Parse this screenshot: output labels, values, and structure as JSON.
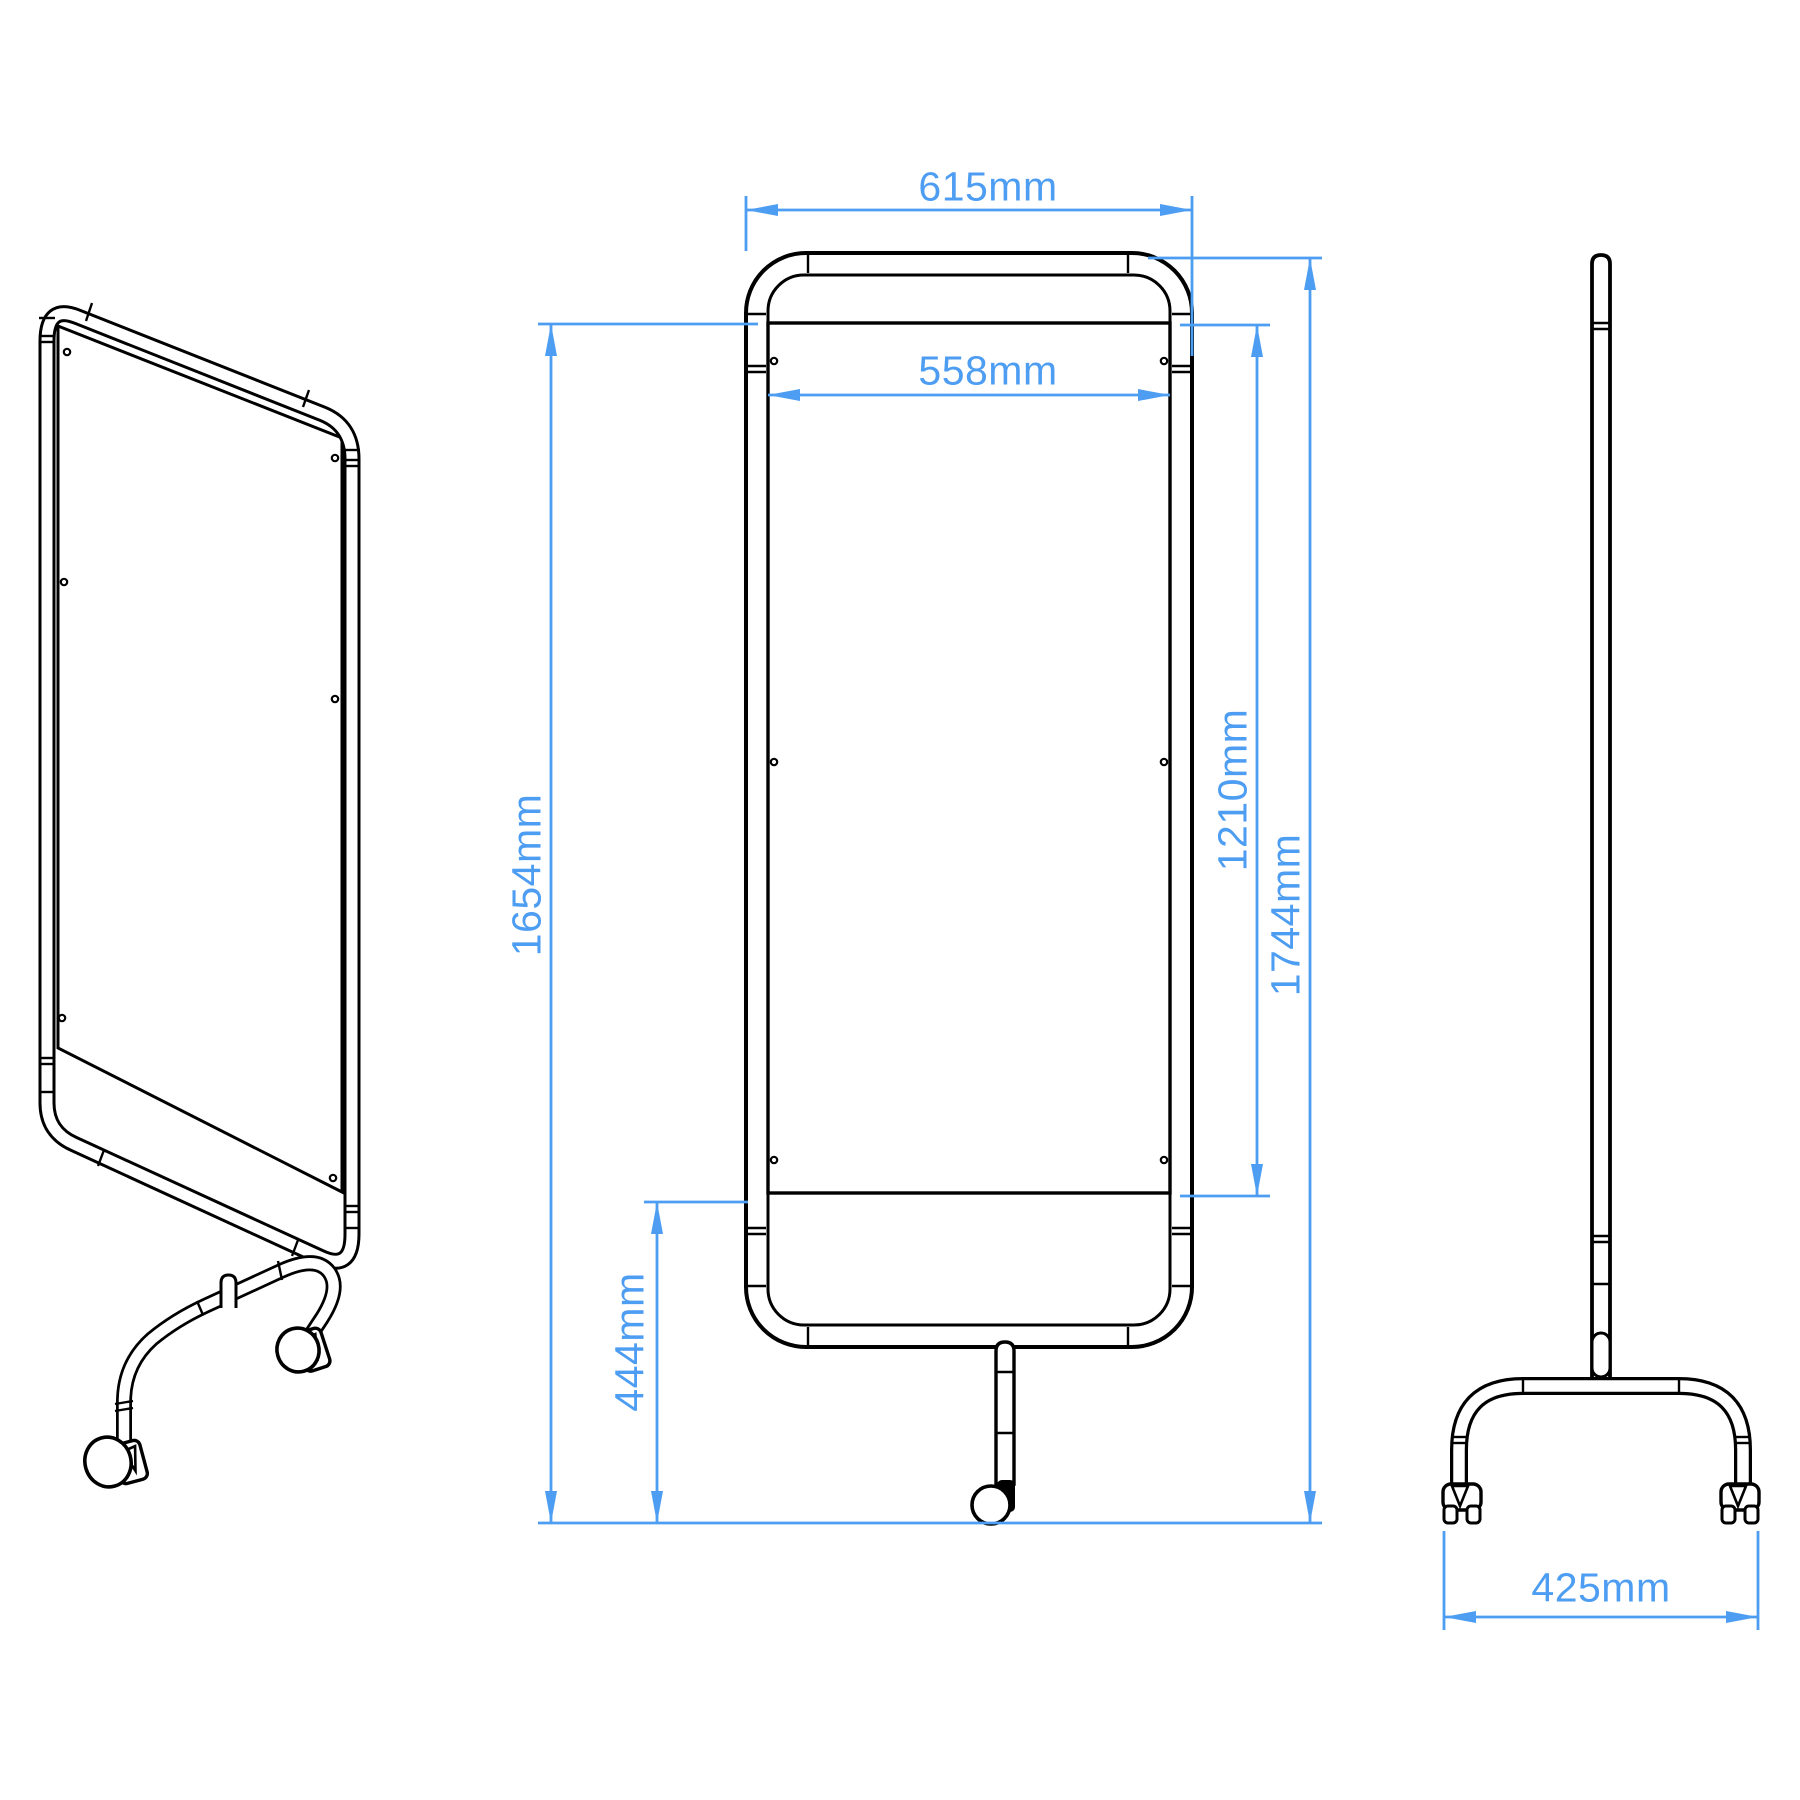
{
  "drawing": {
    "kind": "technical dimension drawing",
    "subject": "mobile privacy screen on casters",
    "colors": {
      "dimension_blue": "#4d9df2",
      "line_black": "#000000",
      "background": "#ffffff"
    },
    "dimensions": {
      "overall_width": "615mm",
      "panel_width": "558mm",
      "frame_height": "1654mm",
      "panel_height": "1210mm",
      "overall_height": "1744mm",
      "base_height": "444mm",
      "base_depth": "425mm"
    }
  }
}
